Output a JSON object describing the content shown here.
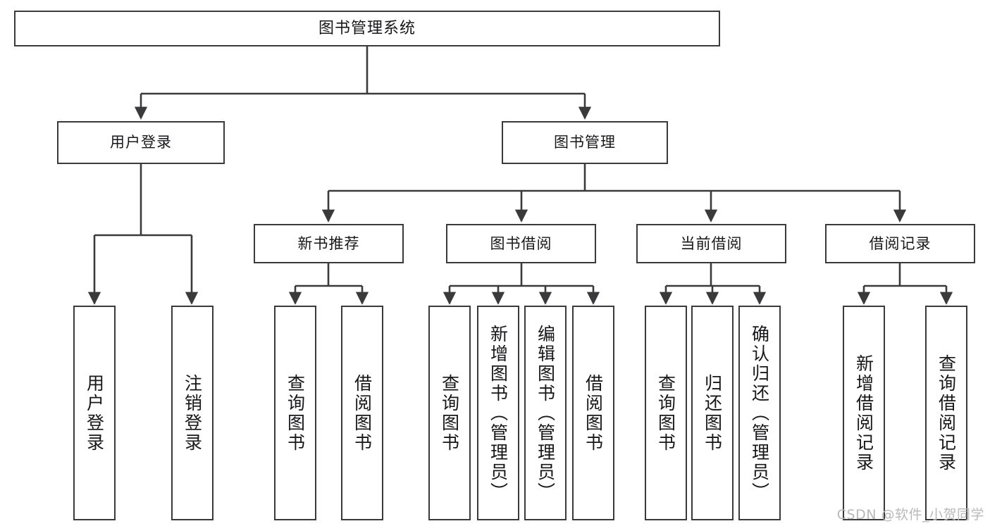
{
  "diagram": {
    "title": "图书管理系统",
    "type": "tree-hierarchy",
    "watermark": "CSDN @软件_小贺同学",
    "colors": {
      "background": "#ffffff",
      "box_border": "#3a3a3c",
      "box_fill": "#ffffff",
      "connector": "#3a3a3c",
      "text": "#17171a",
      "watermark": "#b9b9bb"
    },
    "nodes": {
      "root": {
        "label": "图书管理系统"
      },
      "level2": [
        {
          "label": "用户登录"
        },
        {
          "label": "图书管理"
        }
      ],
      "level3": [
        {
          "label": "新书推荐"
        },
        {
          "label": "图书借阅"
        },
        {
          "label": "当前借阅"
        },
        {
          "label": "借阅记录"
        }
      ],
      "leaves": {
        "user_login": [
          {
            "label": "用户登录"
          },
          {
            "label": "注销登录"
          }
        ],
        "new_book_recommend": [
          {
            "label": "查询图书"
          },
          {
            "label": "借阅图书"
          }
        ],
        "book_borrow": [
          {
            "label": "查询图书"
          },
          {
            "label": "新增图书（管理员）"
          },
          {
            "label": "编辑图书（管理员）"
          },
          {
            "label": "借阅图书"
          }
        ],
        "current_borrow": [
          {
            "label": "查询图书"
          },
          {
            "label": "归还图书"
          },
          {
            "label": "确认归还（管理员）"
          }
        ],
        "borrow_record": [
          {
            "label": "新增借阅记录"
          },
          {
            "label": "查询借阅记录"
          }
        ]
      }
    }
  }
}
